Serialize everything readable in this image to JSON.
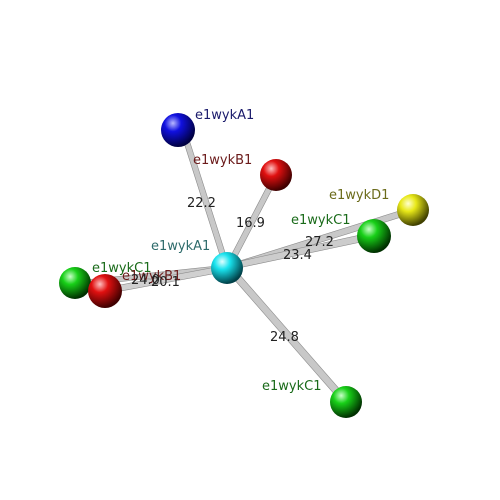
{
  "colors": {
    "background": "#ffffff",
    "bond": "#bfbfbf",
    "bond_edge": "#8c8c8c"
  },
  "center": {
    "label": "e1wykA1",
    "color": "#19e3ee",
    "label_color": "#2e6b6b"
  },
  "spheres": [
    {
      "label": "e1wykA1",
      "color": "#1010e0",
      "label_color": "#1a1a6b",
      "distance": "22.2"
    },
    {
      "label": "e1wykB1",
      "color": "#e01010",
      "label_color": "#6b1a1a",
      "distance": "16.9"
    },
    {
      "label": "e1wykD1",
      "color": "#e8e818",
      "label_color": "#6b6b1a",
      "distance": "27.2"
    },
    {
      "label": "e1wykC1",
      "color": "#18d018",
      "label_color": "#1a6b1a",
      "distance": "23.4"
    },
    {
      "label": "e1wykC1",
      "color": "#18d018",
      "label_color": "#1a6b1a",
      "distance": "24.8"
    },
    {
      "label": "e1wykC1",
      "color": "#18d018",
      "label_color": "#1a6b1a",
      "distance": "24.0"
    },
    {
      "label": "e1wykB1",
      "color": "#e01010",
      "label_color": "#6b1a1a",
      "distance": "20.1"
    }
  ]
}
